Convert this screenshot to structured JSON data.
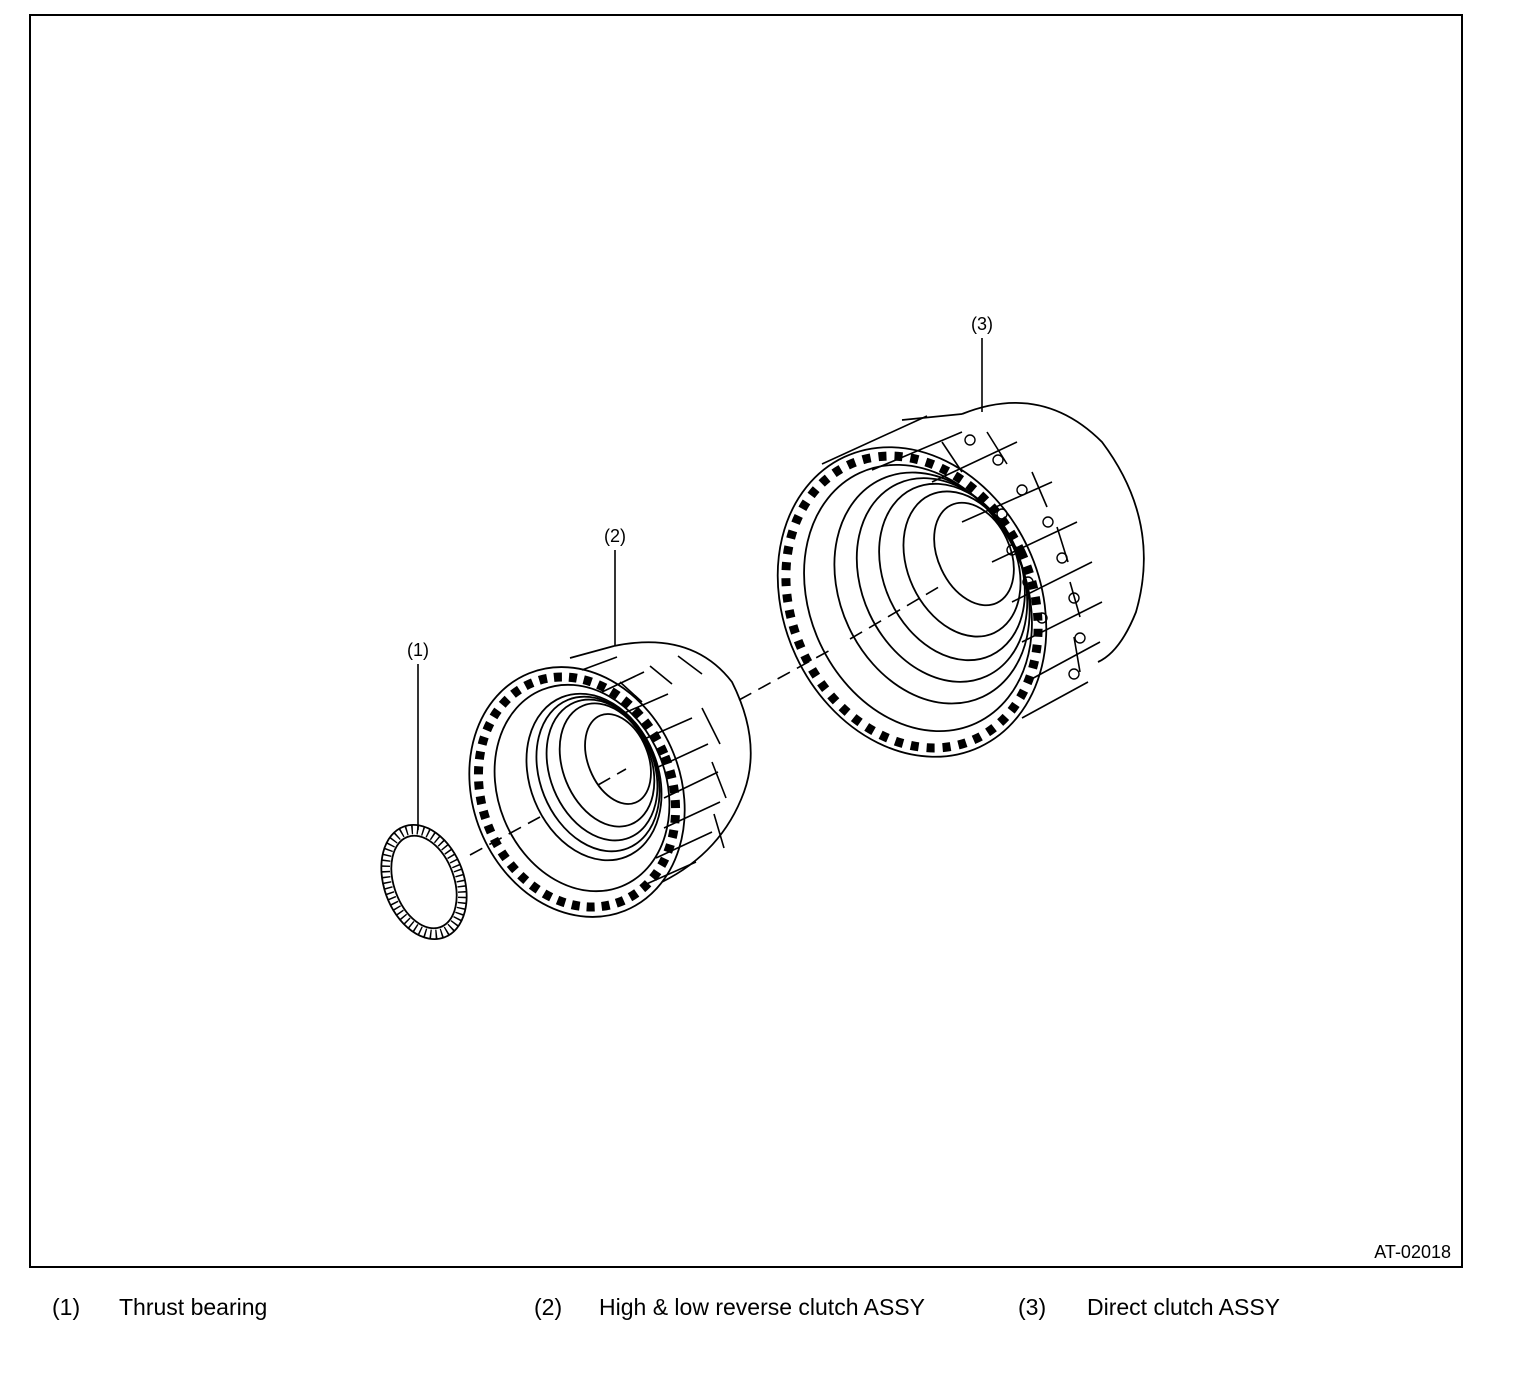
{
  "figure": {
    "id": "AT-02018",
    "callouts": [
      {
        "label": "(1)"
      },
      {
        "label": "(2)"
      },
      {
        "label": "(3)"
      }
    ]
  },
  "legend": [
    {
      "number": "(1)",
      "text": "Thrust bearing"
    },
    {
      "number": "(2)",
      "text": "High & low reverse clutch ASSY"
    },
    {
      "number": "(3)",
      "text": "Direct clutch ASSY"
    }
  ]
}
